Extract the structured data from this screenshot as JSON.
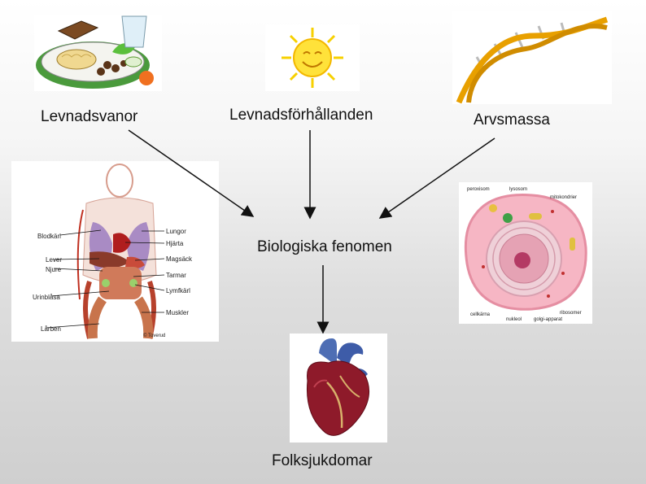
{
  "nodes": {
    "habits": "Levnadsvanor",
    "conditions": "Levnadsförhållanden",
    "genome": "Arvsmassa",
    "phenomenon": "Biologiska fenomen",
    "disease": "Folksjukdomar"
  },
  "body_labels": [
    "Blodkärl",
    "Lever",
    "Njure",
    "Urinblåsa",
    "Lårben",
    "Lungor",
    "Hjärta",
    "Magsäck",
    "Tarmar",
    "Lymfkärl",
    "Muskler"
  ],
  "body_copyright": "© Toverud",
  "cell_labels": [
    "peroxisom",
    "lysosom",
    "mitokondrier",
    "cellkärna",
    "nukleol",
    "golgi-apparat",
    "ribosomer"
  ]
}
